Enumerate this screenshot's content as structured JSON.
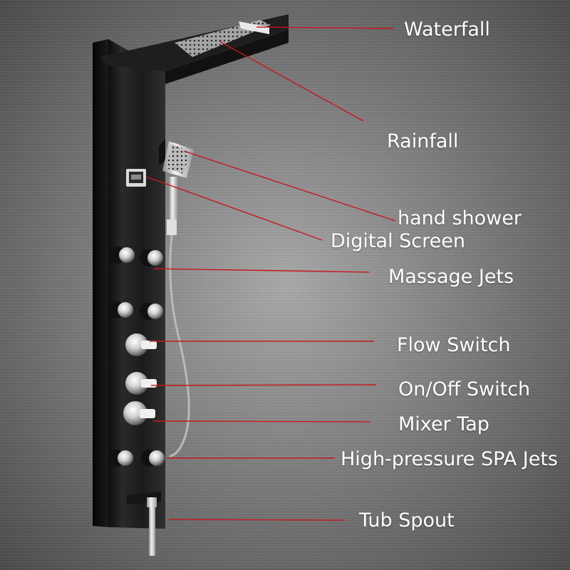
{
  "callouts": [
    {
      "id": "waterfall",
      "text": "Waterfall"
    },
    {
      "id": "rainfall",
      "text": "Rainfall"
    },
    {
      "id": "hand-shower",
      "text": "hand shower"
    },
    {
      "id": "digital-screen",
      "text": "Digital Screen"
    },
    {
      "id": "massage-jets",
      "text": "Massage Jets"
    },
    {
      "id": "flow-switch",
      "text": "Flow Switch"
    },
    {
      "id": "on-off-switch",
      "text": "On/Off Switch"
    },
    {
      "id": "mixer-tap",
      "text": "Mixer Tap"
    },
    {
      "id": "spa-jets",
      "text": "High-pressure SPA Jets"
    },
    {
      "id": "tub-spout",
      "text": "Tub Spout"
    }
  ],
  "colors": {
    "callout_line": "#c8161d",
    "label_text": "#ffffff",
    "panel": "#1c1c1c",
    "chrome": "#d8d8d8"
  }
}
